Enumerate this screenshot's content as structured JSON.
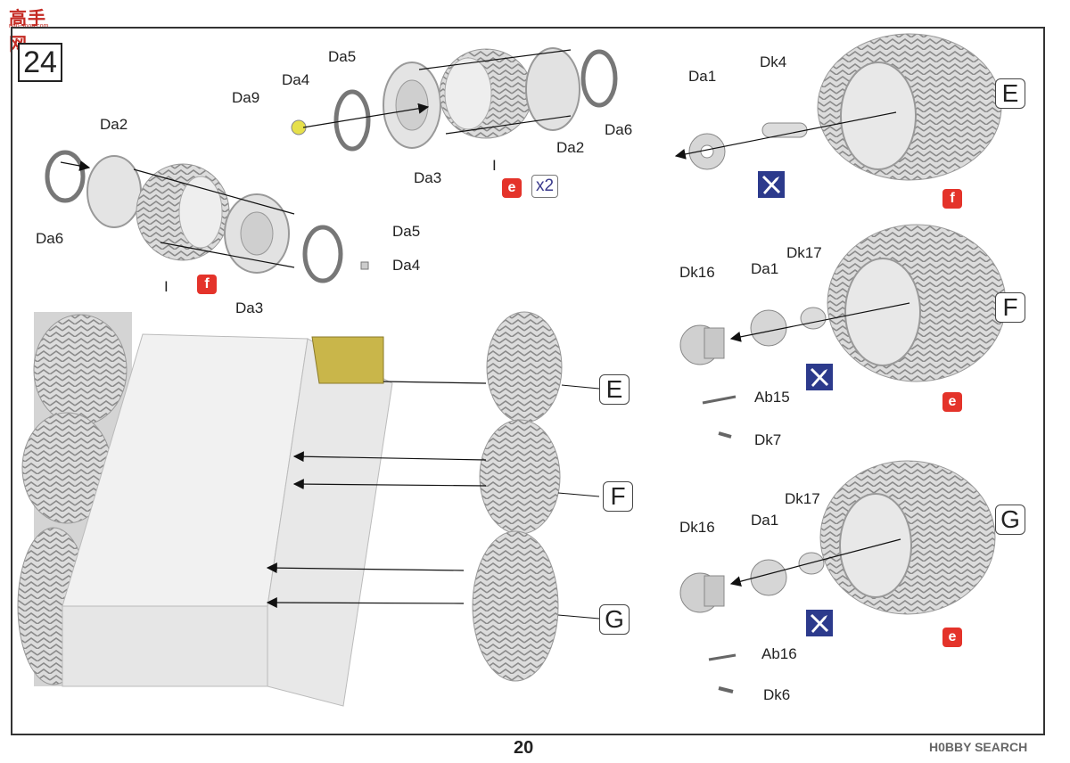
{
  "watermark": {
    "main": "高手网",
    "sub": "nan-shou.com"
  },
  "step_number": "24",
  "page_number": "20",
  "hobby_logo": "H0BBY SEARCH",
  "callouts": {
    "E": "E",
    "F": "F",
    "G": "G"
  },
  "badges": {
    "e": "e",
    "f": "f"
  },
  "quantity": "x2",
  "labels": {
    "da5_top": "Da5",
    "da4_top": "Da4",
    "da9": "Da9",
    "da6_top": "Da6",
    "da2_top": "Da2",
    "da3_top": "Da3",
    "i_top": "I",
    "da2_left": "Da2",
    "da6_left": "Da6",
    "da5_left": "Da5",
    "da4_left": "Da4",
    "da3_left": "Da3",
    "i_left": "I",
    "da1_e": "Da1",
    "dk4": "Dk4",
    "dk16_f": "Dk16",
    "da1_f": "Da1",
    "dk17_f": "Dk17",
    "ab15": "Ab15",
    "dk7": "Dk7",
    "dk16_g": "Dk16",
    "da1_g": "Da1",
    "dk17_g": "Dk17",
    "ab16": "Ab16",
    "dk6": "Dk6"
  },
  "colors": {
    "badge_red": "#e4332a",
    "tool_blue": "#2c3a8c",
    "hull_grey": "#ececec",
    "tire_grey": "#d8d8d8",
    "part_yellow": "#c9b64a"
  }
}
